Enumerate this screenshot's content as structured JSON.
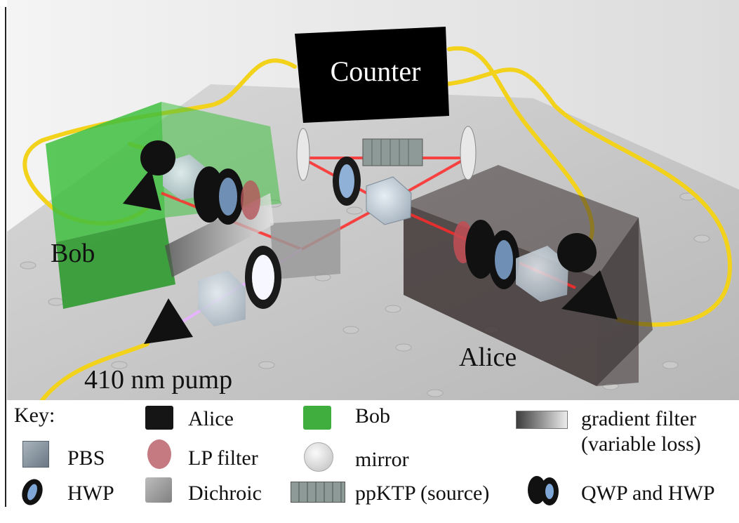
{
  "scene": {
    "counter_label": "Counter",
    "bob_label": "Bob",
    "alice_label": "Alice",
    "pump_label": "410 nm pump"
  },
  "key": {
    "title": "Key:",
    "items": [
      {
        "label": "Alice",
        "icon": "alice-box-swatch-icon"
      },
      {
        "label": "Bob",
        "icon": "bob-box-swatch-icon"
      },
      {
        "label": "gradient filter",
        "icon": "gradient-filter-icon"
      },
      {
        "label": "(variable loss)",
        "icon": ""
      },
      {
        "label": "PBS",
        "icon": "pbs-cube-icon"
      },
      {
        "label": "LP filter",
        "icon": "lp-filter-icon"
      },
      {
        "label": "mirror",
        "icon": "mirror-icon"
      },
      {
        "label": "HWP",
        "icon": "hwp-icon"
      },
      {
        "label": "Dichroic",
        "icon": "dichroic-icon"
      },
      {
        "label": "ppKTP (source)",
        "icon": "ppktp-crystal-icon"
      },
      {
        "label": "QWP and HWP",
        "icon": "qwp-hwp-icon"
      }
    ]
  },
  "colors": {
    "alice_box": "#3a3030",
    "bob_box": "#3fbf3f",
    "beam": "#ff2a2a",
    "pump_beam": "#e6b3ff",
    "fiber": "#f2d21a",
    "counter": "#000000"
  }
}
